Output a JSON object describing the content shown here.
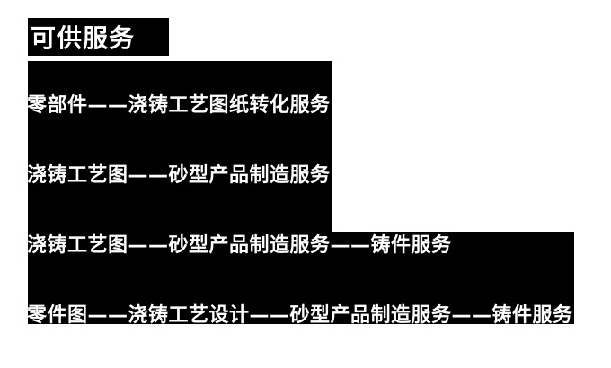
{
  "page": {
    "title": "可供服务",
    "colors": {
      "background": "#ffffff",
      "panel": "#000000",
      "text": "#ffffff"
    }
  },
  "services": {
    "flows": [
      "零部件——浇铸工艺图纸转化服务",
      "浇铸工艺图——砂型产品制造服务",
      "浇铸工艺图——砂型产品制造服务——铸件服务",
      "零件图——浇铸工艺设计——砂型产品制造服务——铸件服务"
    ]
  }
}
